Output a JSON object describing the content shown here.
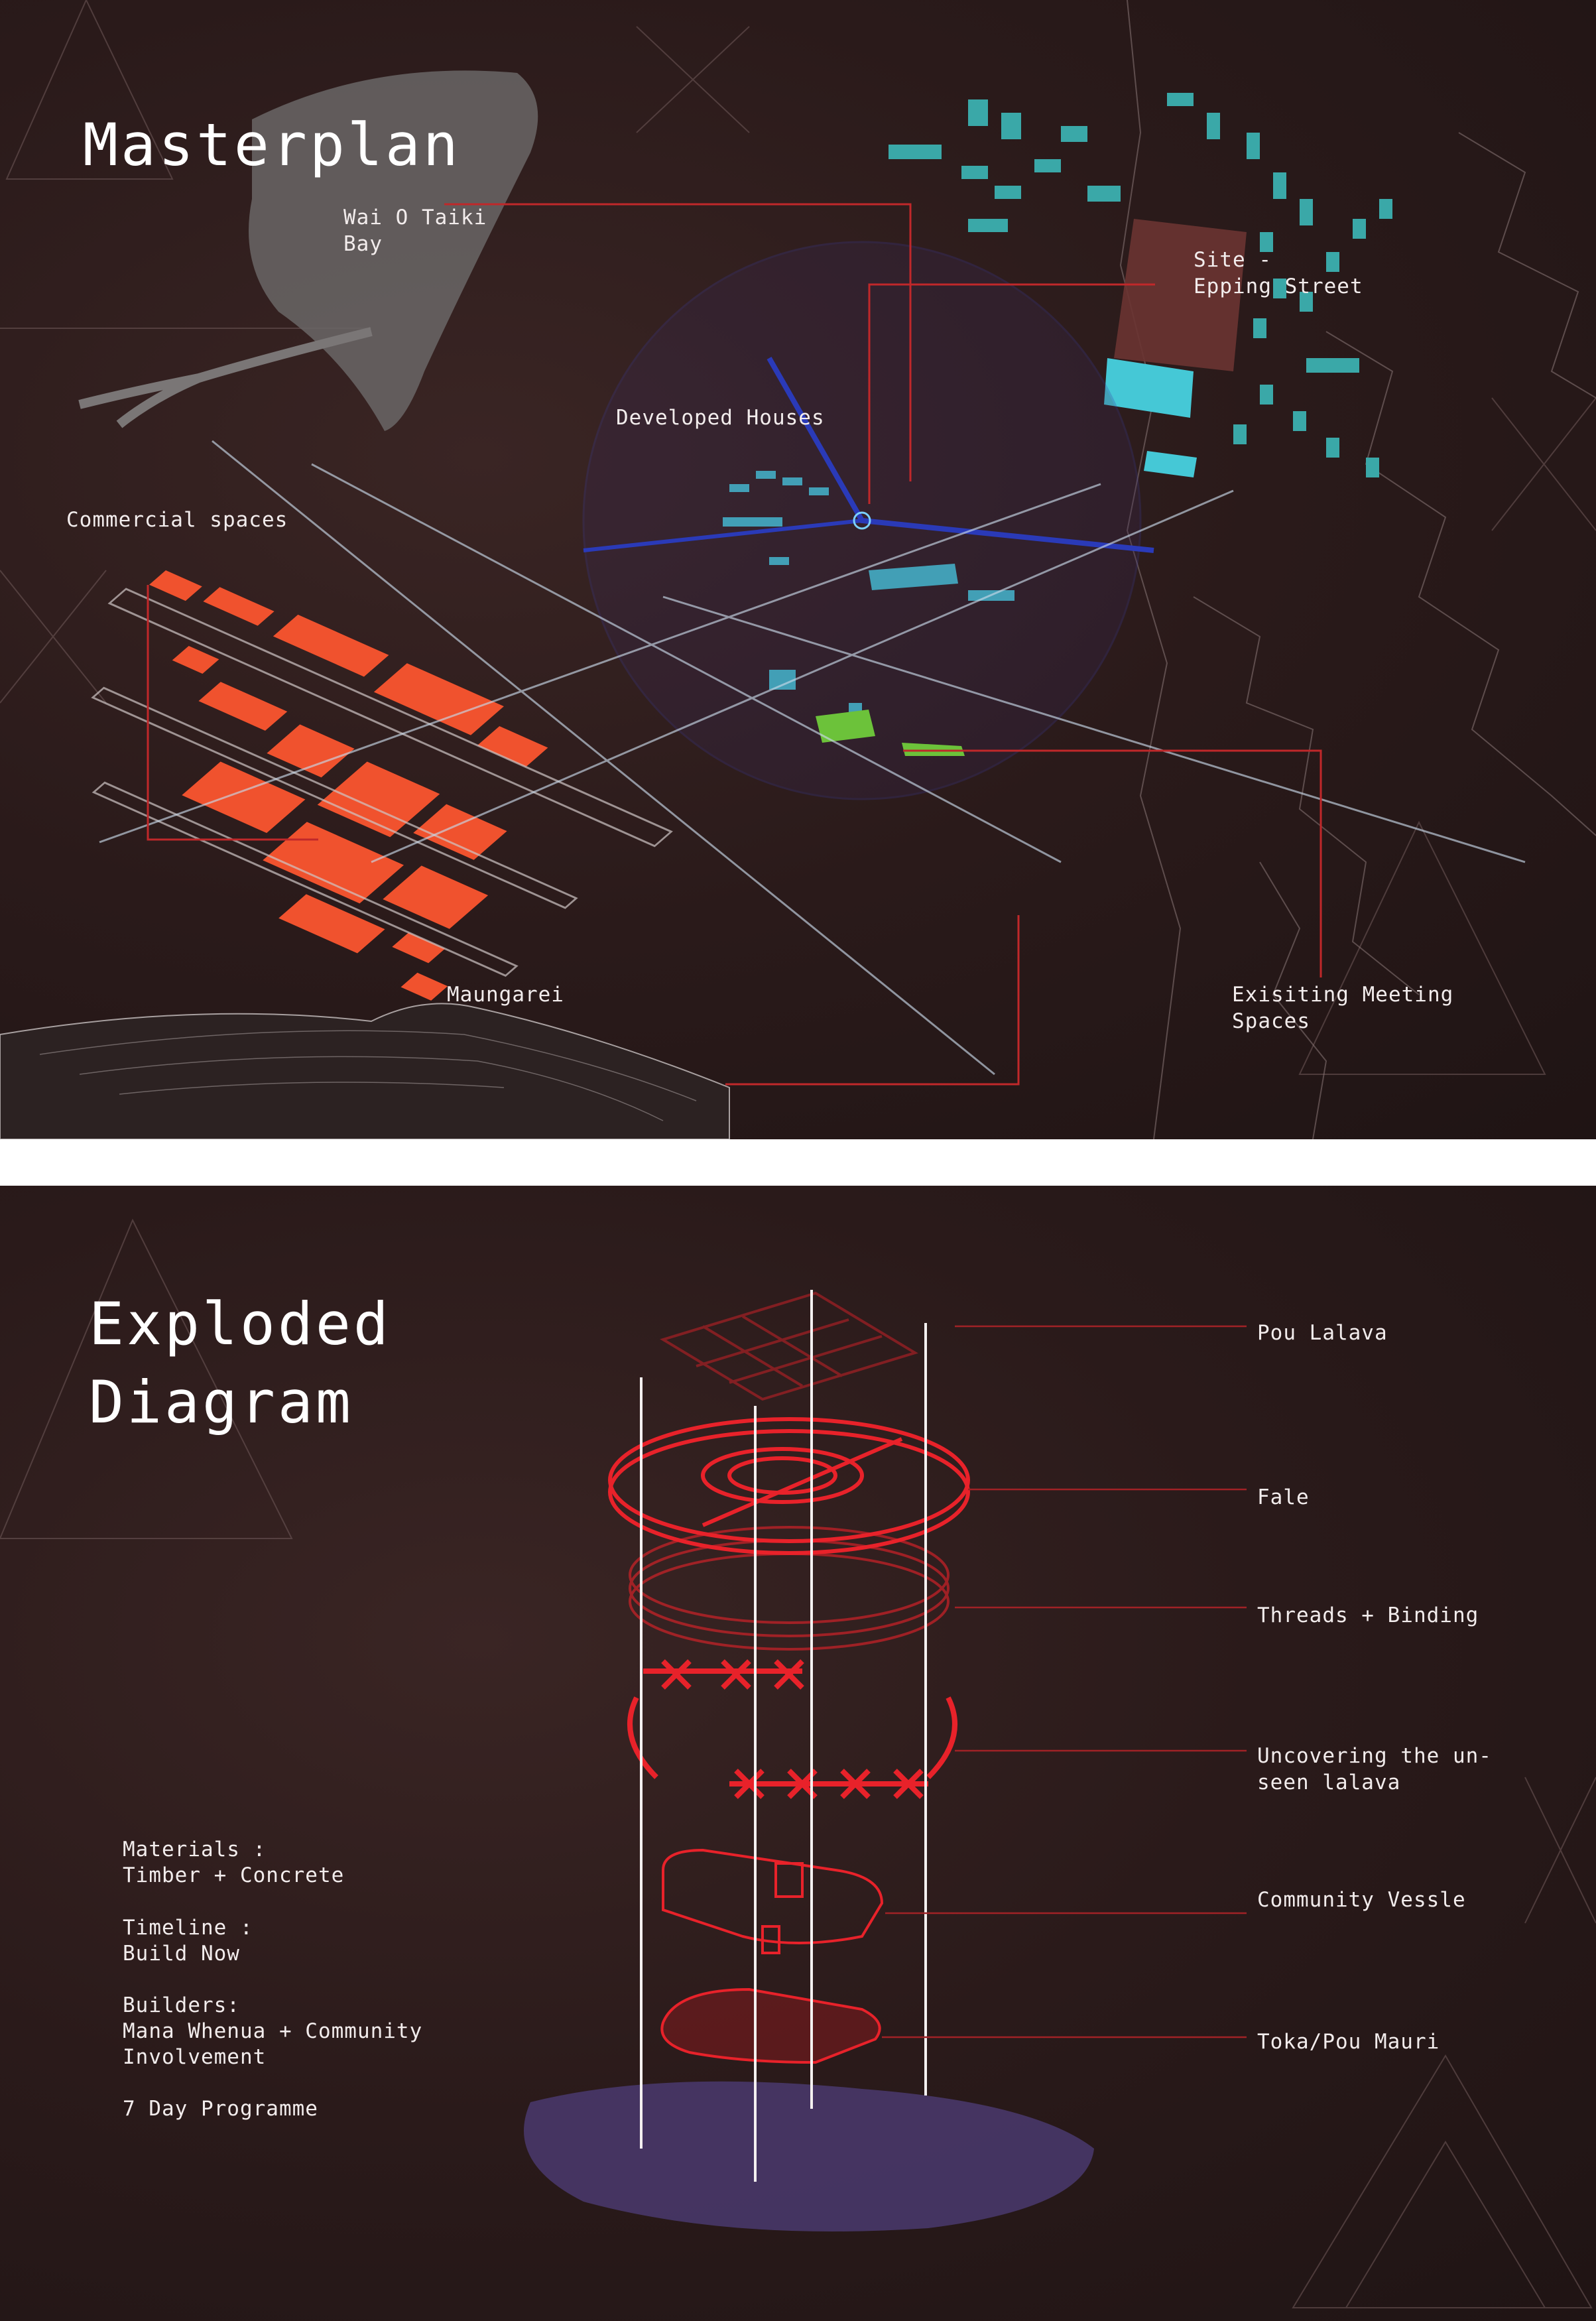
{
  "masterplan": {
    "title": "Masterplan",
    "labels": {
      "bay_line1": "Wai O Taiki",
      "bay_line2": "Bay",
      "site_line1": "Site -",
      "site_line2": "Epping Street",
      "developed_houses": "Developed Houses",
      "commercial_spaces": "Commercial spaces",
      "maungarei": "Maungarei",
      "meeting_line1": "Exisiting Meeting",
      "meeting_line2": "Spaces"
    },
    "colors": {
      "commercial": "#f0522e",
      "houses": "#3fc6d0",
      "meeting": "#6cc23a",
      "leader": "#c0282a",
      "site": "#6a3432"
    }
  },
  "exploded": {
    "title_line1": "Exploded",
    "title_line2": "Diagram",
    "components": [
      {
        "label": "Pou Lalava"
      },
      {
        "label": "Fale"
      },
      {
        "label": "Threads + Binding"
      },
      {
        "label_line1": "Uncovering the un-",
        "label_line2": "seen lalava"
      },
      {
        "label": "Community Vessle"
      },
      {
        "label": "Toka/Pou Mauri"
      }
    ],
    "info": {
      "materials_heading": "Materials :",
      "materials_value": "Timber + Concrete",
      "timeline_heading": "Timeline :",
      "timeline_value": "Build Now",
      "builders_heading": "Builders:",
      "builders_value_line1": "Mana Whenua + Community",
      "builders_value_line2": "Involvement",
      "programme": "7 Day Programme"
    },
    "colors": {
      "diagram": "#e8222a",
      "stone": "#4a3a6e"
    }
  }
}
